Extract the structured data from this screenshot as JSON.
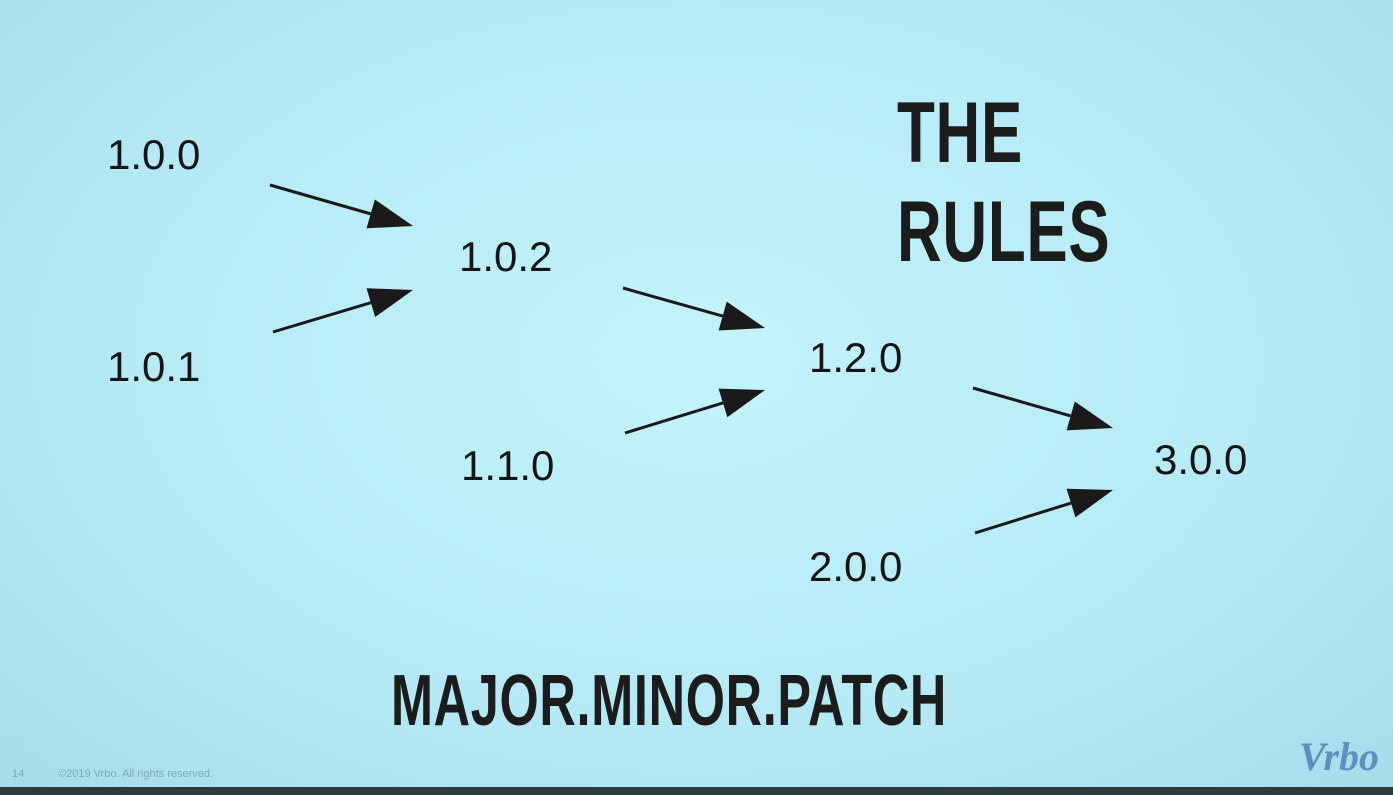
{
  "slide": {
    "title": "THE RULES",
    "subtitle": "MAJOR.MINOR.PATCH",
    "nodes": [
      "1.0.0",
      "1.0.1",
      "1.0.2",
      "1.1.0",
      "1.2.0",
      "2.0.0",
      "3.0.0"
    ],
    "edges": [
      [
        "1.0.0",
        "1.0.2"
      ],
      [
        "1.0.1",
        "1.0.2"
      ],
      [
        "1.0.2",
        "1.2.0"
      ],
      [
        "1.1.0",
        "1.2.0"
      ],
      [
        "1.2.0",
        "3.0.0"
      ],
      [
        "2.0.0",
        "3.0.0"
      ]
    ],
    "page_number": "14",
    "copyright": "©2019 Vrbo. All rights reserved.",
    "logo": "Vrbo"
  }
}
